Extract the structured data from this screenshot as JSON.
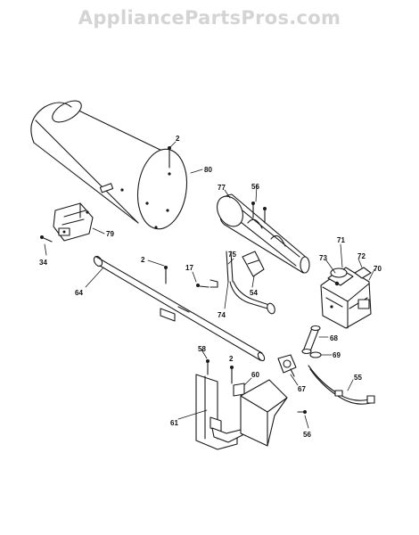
{
  "watermark": "AppliancePartsPros.com",
  "callouts": {
    "c2_top": "2",
    "c80": "80",
    "c77": "77",
    "c56_top": "56",
    "c79": "79",
    "c34": "34",
    "c2_mid": "2",
    "c17": "17",
    "c75": "75",
    "c54": "54",
    "c74": "74",
    "c71": "71",
    "c73": "73",
    "c72": "72",
    "c70": "70",
    "c64": "64",
    "c68": "68",
    "c69": "69",
    "c58": "58",
    "c2_low": "2",
    "c60": "60",
    "c67": "67",
    "c55": "55",
    "c61": "61",
    "c56_bot": "56"
  }
}
